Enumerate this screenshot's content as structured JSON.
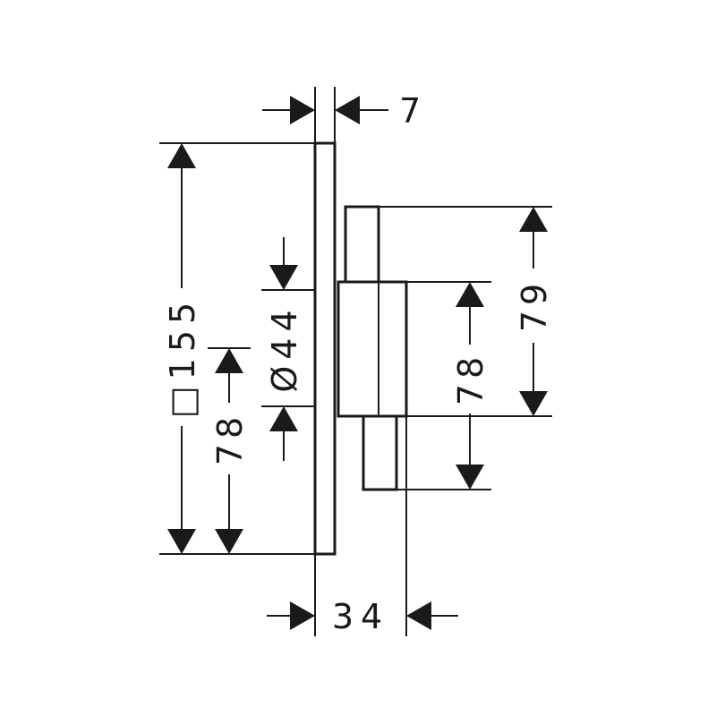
{
  "dimensions": {
    "plate_thickness": "7",
    "plate_square": "□155",
    "bore_diameter": "Ø44",
    "left_height": "78",
    "right_inner_height": "78",
    "right_outer_height": "79",
    "depth": "34"
  }
}
